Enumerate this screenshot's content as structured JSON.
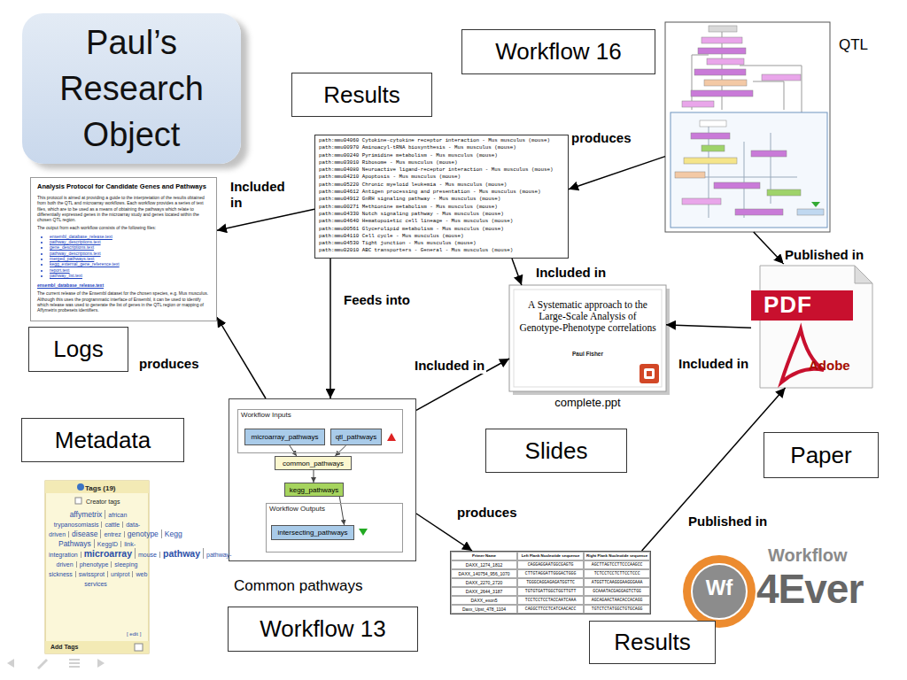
{
  "diagram": {
    "title": "Paul’s Research Object",
    "nodes": [
      {
        "text": [
          "Results"
        ]
      },
      {
        "text": [
          "Workflow 16"
        ]
      },
      {
        "text": [
          "QTL"
        ]
      },
      {
        "text": [
          "path:mmu04060 Cytokine-cytokine receptor interaction - Mus musculus (mouse)",
          "path:mmu00970 Aminoacyl-tRNA biosynthesis - Mus musculus (mouse)",
          "path:mmu00240 Pyrimidine metabolism - Mus musculus (mouse)",
          "path:mmu03010 Ribosome - Mus musculus (mouse)",
          "path:mmu04080 Neuroactive ligand-receptor interaction - Mus musculus (mouse)",
          "path:mmu04210 Apoptosis - Mus musculus (mouse)",
          "path:mmu05220 Chronic myeloid leukemia - Mus musculus (mouse)",
          "path:mmu04612 Antigen processing and presentation - Mus musculus (mouse)",
          "path:mmu04912 GnRH signaling pathway - Mus musculus (mouse)",
          "path:mmu00271 Methionine metabolism - Mus musculus (mouse)",
          "path:mmu04330 Notch signaling pathway - Mus musculus (mouse)",
          "path:mmu04640 Hematopoietic cell lineage - Mus musculus (mouse)",
          "path:mmu00561 Glycerolipid metabolism - Mus musculus (mouse)",
          "path:mmu04110 Cell cycle - Mus musculus (mouse)",
          "path:mmu04530 Tight junction - Mus musculus (mouse)",
          "path:mmu02010 ABC transporters - General - Mus musculus (mouse)"
        ]
      },
      {
        "text": [
          "Analysis Protocol for Candidate Genes and Pathways",
          "This protocol is aimed at providing a guide to the interpretation of the results obtained from both the QTL and microarray workflows. Each workflow provides a series of text files, which are to be used as a means of obtaining the pathways which relate to differentially expressed genes in the microarray study and genes located within the chosen QTL region.",
          "The output from each workflow consists of the following files:",
          "ensembl_database_release.text",
          "pathway_descriptions.text",
          "gene_descriptions.text",
          "pathway_descriptions.text",
          "merged_pathways.text",
          "kegg_external_gene_reference.text",
          "report.text",
          "pathway_list.text",
          "ensembl_database_release.text",
          "The current release of the Ensembl dataset for the chosen species, e.g. Mus musculus. Although this uses the programmatic interface of Ensembl, it can be used to identify which release was used to generate the list of genes in the QTL region or mapping of Affymetrix probesets identifiers."
        ]
      },
      {
        "text": [
          "Logs"
        ]
      },
      {
        "text": [
          "A Systematic approach to the Large-Scale Analysis of Genotype-Phenotype correlations",
          "Paul Fisher",
          "complete.ppt"
        ]
      },
      {
        "text": [
          "PDF",
          "Adobe"
        ]
      },
      {
        "text": [
          "Metadata"
        ]
      },
      {
        "text": [
          "Slides"
        ]
      },
      {
        "text": [
          "Paper"
        ]
      },
      {
        "text": [
          "Common pathways"
        ]
      },
      {
        "text": [
          "Workflow Inputs"
        ],
        "in": 11
      },
      {
        "text": [
          "microarray_pathways"
        ],
        "in": 12
      },
      {
        "text": [
          "qtl_pathways"
        ],
        "in": 12
      },
      {
        "text": [
          "common_pathways"
        ],
        "in": 11
      },
      {
        "text": [
          "kegg_pathways"
        ],
        "in": 11
      },
      {
        "text": [
          "Workflow Outputs"
        ],
        "in": 11
      },
      {
        "text": [
          "intersecting_pathways"
        ],
        "in": 17
      },
      {
        "text": [
          "Tags (19)",
          "Creator tags",
          "affymetrix",
          "african trypanosomiasis",
          "cattle",
          "data-driven",
          "disease",
          "entrez",
          "genotype",
          "Kegg Pathways",
          "KeggID",
          "link-integration",
          "microarray",
          "mouse",
          "pathway",
          "pathway-driven",
          "phenotype",
          "sleeping sickness",
          "swissprot",
          "uniprot",
          "web services",
          "[ edit ]",
          "Add Tags"
        ]
      },
      {
        "text": [
          "Primer Name",
          "Left Flank Nucleotide sequence",
          "Right Flank Nucleotide sequence",
          "DAXX_1274_1812",
          "CAGGAGGAATGGCGAGTG",
          "AGCTTAGTCCTTCCCAAGCC",
          "DAXX_140754_956_1070",
          "CTTGTAGGATTGGGACTGGG",
          "TCTCCTCCTCTTCCTCCC",
          "DAXX_2270_2720",
          "TGGGCAGGAGAGATGGTTC",
          "ATGGTTCAAGGGAAGGGAAA",
          "DAXX_2644_3187",
          "TGTGTGATTGGCTGGTTGTT",
          "GCAAATACGAGGAGTCTGG",
          "DAXX_exon5",
          "TCCTCCTCCTACCAATCAAA",
          "AGCAGAACTAACACCACAGG",
          "Daxx_Upst_478_1104",
          "CAGGCTTCCTCATCAACACC",
          "TGTCTCTATGGCTGTGCAGG"
        ]
      },
      {
        "text": [
          "Workflow 13"
        ]
      },
      {
        "text": [
          "Wf",
          "Workflow",
          "4Ever"
        ]
      },
      {
        "text": [
          "Results"
        ]
      }
    ],
    "edges": [
      {
        "from": 2,
        "to": 3,
        "arrow": "to",
        "label": "produces"
      },
      {
        "from": 3,
        "to": 4,
        "arrow": "to",
        "label": "Included in"
      },
      {
        "from": 3,
        "to": 6,
        "arrow": "to",
        "label": "Included in"
      },
      {
        "from": 3,
        "to": 11,
        "arrow": "to",
        "label": "Feeds into"
      },
      {
        "from": 11,
        "to": 4,
        "arrow": "to",
        "label": "produces"
      },
      {
        "from": 11,
        "to": 6,
        "arrow": "to",
        "label": "Included in"
      },
      {
        "from": 11,
        "to": 20,
        "arrow": "to",
        "label": "produces"
      },
      {
        "from": 2,
        "to": 7,
        "arrow": "to",
        "label": "Published in"
      },
      {
        "from": 7,
        "to": 6,
        "arrow": "to",
        "label": "Included in"
      },
      {
        "from": 20,
        "to": 7,
        "arrow": "to",
        "label": "Published in"
      },
      {
        "from": 13,
        "to": 15,
        "arrow": "to"
      },
      {
        "from": 14,
        "to": 15,
        "arrow": "to"
      },
      {
        "from": 15,
        "to": 16,
        "arrow": "to"
      },
      {
        "from": 16,
        "to": 18,
        "arrow": "to"
      }
    ]
  }
}
